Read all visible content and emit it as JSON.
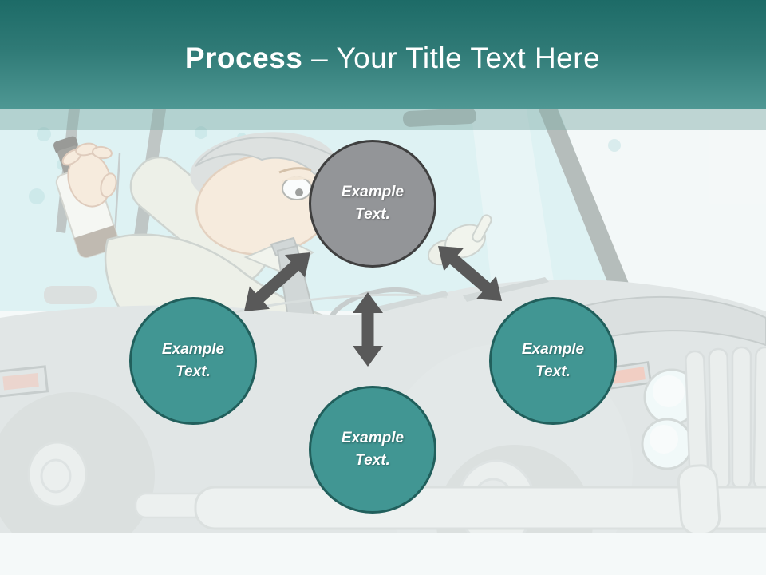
{
  "slide": {
    "header": {
      "title_bold": "Process",
      "title_rest": "– Your Title Text Here",
      "background_top_color": "#1d6b67",
      "background_bottom_color": "#4f9894",
      "text_color": "#ffffff"
    },
    "diagram": {
      "arrow_color": "#595959",
      "nodes": [
        {
          "id": "top",
          "label": "Example Text.",
          "fill": "#939598",
          "border": "#3f3f3f"
        },
        {
          "id": "left",
          "label": "Example Text.",
          "fill": "#419693",
          "border": "#215f5c"
        },
        {
          "id": "bottom",
          "label": "Example Text.",
          "fill": "#419693",
          "border": "#215f5c"
        },
        {
          "id": "right",
          "label": "Example Text.",
          "fill": "#419693",
          "border": "#215f5c"
        }
      ]
    },
    "illustration": {
      "name": "drowsy-driver-drinking-in-gray-car-cartoon"
    }
  }
}
